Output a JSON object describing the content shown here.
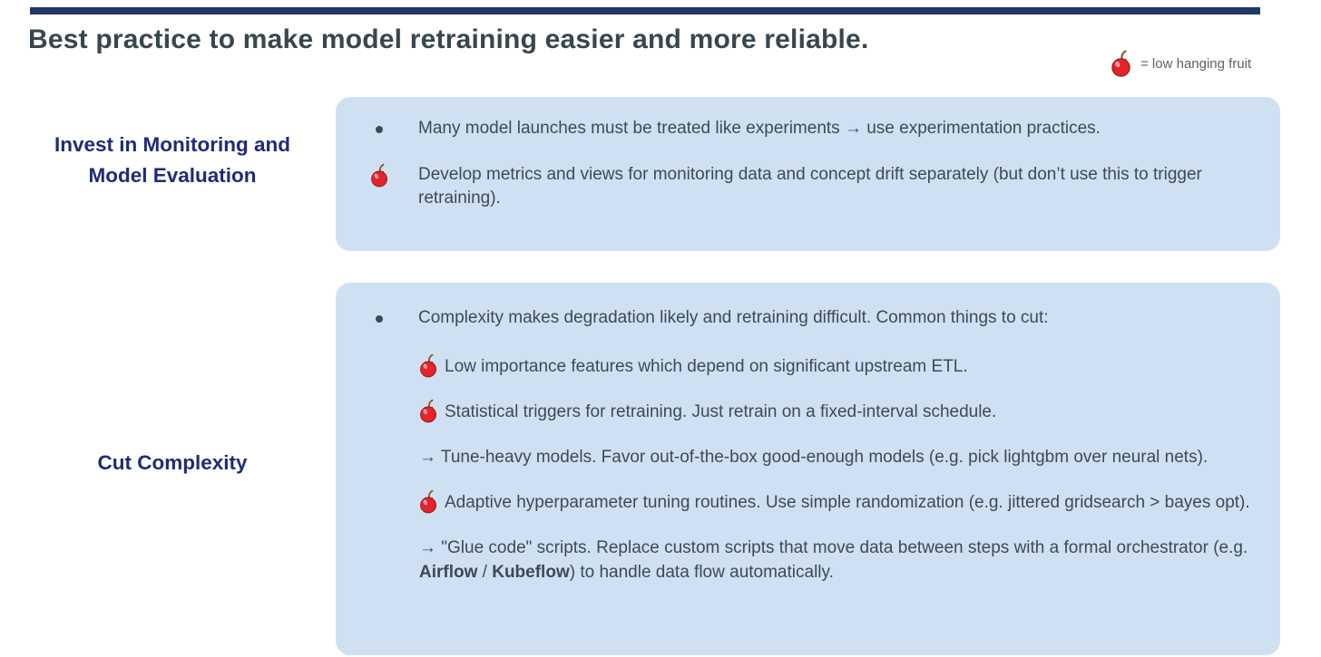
{
  "header": {
    "title": "Best practice to make model retraining easier and more reliable.",
    "legend_label": "= low hanging fruit"
  },
  "colors": {
    "accent_bar": "#1f3864",
    "title_text": "#37474f",
    "section_label": "#1f2b76",
    "body_text": "#3d4a56",
    "panel_bg": "#cfe0f2",
    "tomato_red": "#e3242b"
  },
  "sections": [
    {
      "label": "Invest in Monitoring and Model Evaluation",
      "items": [
        {
          "marker": "dot",
          "text": "Many model launches must be treated like experiments → use experimentation practices."
        },
        {
          "marker": "tomato",
          "text": "Develop metrics and views for monitoring data and concept drift separately (but don’t use this to trigger retraining)."
        }
      ]
    },
    {
      "label": "Cut Complexity",
      "items": [
        {
          "marker": "dot",
          "text": "Complexity makes degradation likely and retraining difficult. Common things to cut:"
        }
      ],
      "sub_items": [
        {
          "marker": "tomato",
          "text": "Low importance features which depend on significant upstream ETL."
        },
        {
          "marker": "tomato",
          "text": "Statistical triggers for retraining. Just retrain on a fixed-interval schedule."
        },
        {
          "marker": "arrow",
          "text": "→ Tune-heavy models. Favor out-of-the-box good-enough models (e.g. pick lightgbm over neural nets)."
        },
        {
          "marker": "tomato",
          "text": "Adaptive hyperparameter tuning routines. Use simple randomization (e.g. jittered gridsearch > bayes opt)."
        },
        {
          "marker": "arrow",
          "segments": {
            "pre": "→ \"Glue code\" scripts. Replace custom scripts that move data between steps with a formal orchestrator (e.g. ",
            "tool_1": "Airflow",
            "separator": " / ",
            "tool_2": "Kubeflow",
            "post": ") to handle data flow automatically."
          }
        }
      ]
    }
  ]
}
